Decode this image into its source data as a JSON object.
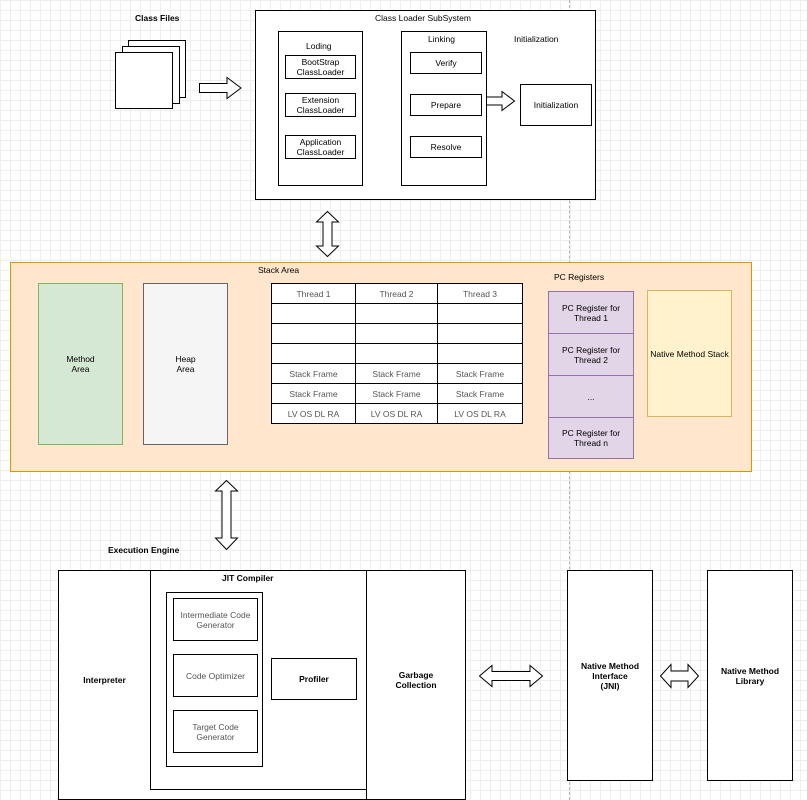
{
  "class_files": {
    "label": "Class Files"
  },
  "class_loader": {
    "title": "Class Loader SubSystem",
    "loading": {
      "title": "Loding",
      "items": [
        "BootStrap\nClassLoader",
        "Extension\nClassLoader",
        "Application\nClassLoader"
      ]
    },
    "linking": {
      "title": "Linking",
      "items": [
        "Verify",
        "Prepare",
        "Resolve"
      ]
    },
    "initialization": {
      "title": "Initialization",
      "box": "Initialization"
    }
  },
  "stack_area": {
    "title": "Stack Area",
    "method_area": "Method\nArea",
    "heap_area": "Heap\nArea",
    "threads": {
      "headers": [
        "Thread 1",
        "Thread 2",
        "Thread 3"
      ],
      "rows": [
        [
          "",
          "",
          ""
        ],
        [
          "",
          "",
          ""
        ],
        [
          "",
          "",
          ""
        ],
        [
          "Stack Frame",
          "Stack Frame",
          "Stack Frame"
        ],
        [
          "Stack Frame",
          "Stack Frame",
          "Stack Frame"
        ],
        [
          "LV OS DL RA",
          "LV OS DL RA",
          "LV OS DL RA"
        ]
      ]
    },
    "pc_registers": {
      "title": "PC Registers",
      "items": [
        "PC Register for\nThread 1",
        "PC Register for\nThread 2",
        "...",
        "PC Register for\nThread n"
      ]
    },
    "native_method_stack": "Native Method Stack"
  },
  "execution_engine": {
    "title": "Execution Engine",
    "interpreter": "Interpreter",
    "jit": {
      "title": "JIT Compiler",
      "items": [
        "Intermediate Code\nGenerator",
        "Code Optimizer",
        "Target Code\nGenerator"
      ],
      "profiler": "Profiler"
    },
    "garbage_collection": "Garbage\nCollection"
  },
  "native_method_interface": "Native Method\nInterface\n(JNI)",
  "native_method_library": "Native Method\nLibrary",
  "colors": {
    "method_area_fill": "#d5e8d4",
    "method_area_stroke": "#82b366",
    "heap_area_fill": "#f5f5f5",
    "heap_area_stroke": "#666666",
    "stack_area_fill": "#ffe6cc",
    "stack_area_stroke": "#d79b00",
    "pc_fill": "#e1d5e7",
    "pc_stroke": "#9673a6",
    "native_stack_fill": "#fff2cc",
    "native_stack_stroke": "#d6b656"
  }
}
